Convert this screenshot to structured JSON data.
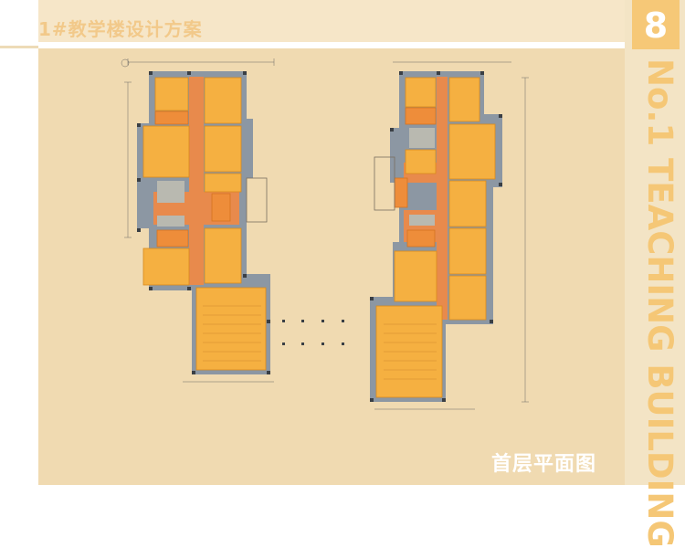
{
  "header": {
    "title": "1#教学楼设计方案",
    "sheet_number": "8"
  },
  "side": {
    "english_title": "No.1 TEACHING BUILDING"
  },
  "footer": {
    "plan_title": "首层平面图"
  },
  "colors": {
    "room": "#f5b041",
    "corridor": "#e88a4c",
    "wall": "#8c97a3",
    "accent": "#f5c776",
    "sheet": "#f0dab1"
  }
}
